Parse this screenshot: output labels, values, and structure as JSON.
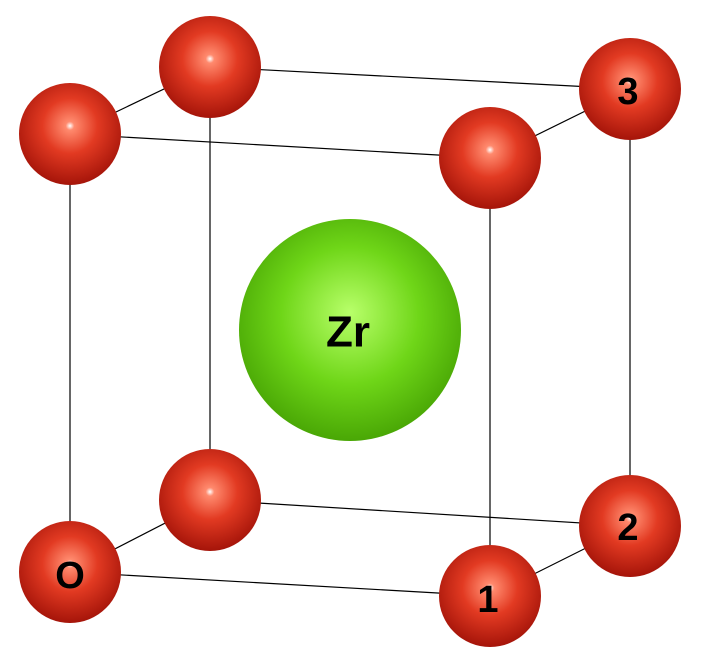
{
  "diagram": {
    "colors": {
      "oxygen_dark": "#a11208",
      "oxygen_mid": "#e23a22",
      "oxygen_light": "#ff8a6e",
      "zirconium_dark": "#3f9a00",
      "zirconium_mid": "#6fd618",
      "zirconium_light": "#b8ff6a",
      "edge": "#000000"
    },
    "center_atom": {
      "element": "Zr",
      "label": "Zr"
    },
    "corner_atoms": [
      {
        "id": "front-bottom-left",
        "element": "O",
        "label": "O"
      },
      {
        "id": "front-bottom-right",
        "element": "O",
        "label": "1"
      },
      {
        "id": "back-bottom-right",
        "element": "O",
        "label": "2"
      },
      {
        "id": "back-top-right",
        "element": "O",
        "label": "3"
      },
      {
        "id": "back-top-left",
        "element": "O",
        "label": ""
      },
      {
        "id": "front-top-left",
        "element": "O",
        "label": ""
      },
      {
        "id": "front-top-right",
        "element": "O",
        "label": ""
      },
      {
        "id": "back-bottom-left",
        "element": "O",
        "label": ""
      }
    ]
  }
}
